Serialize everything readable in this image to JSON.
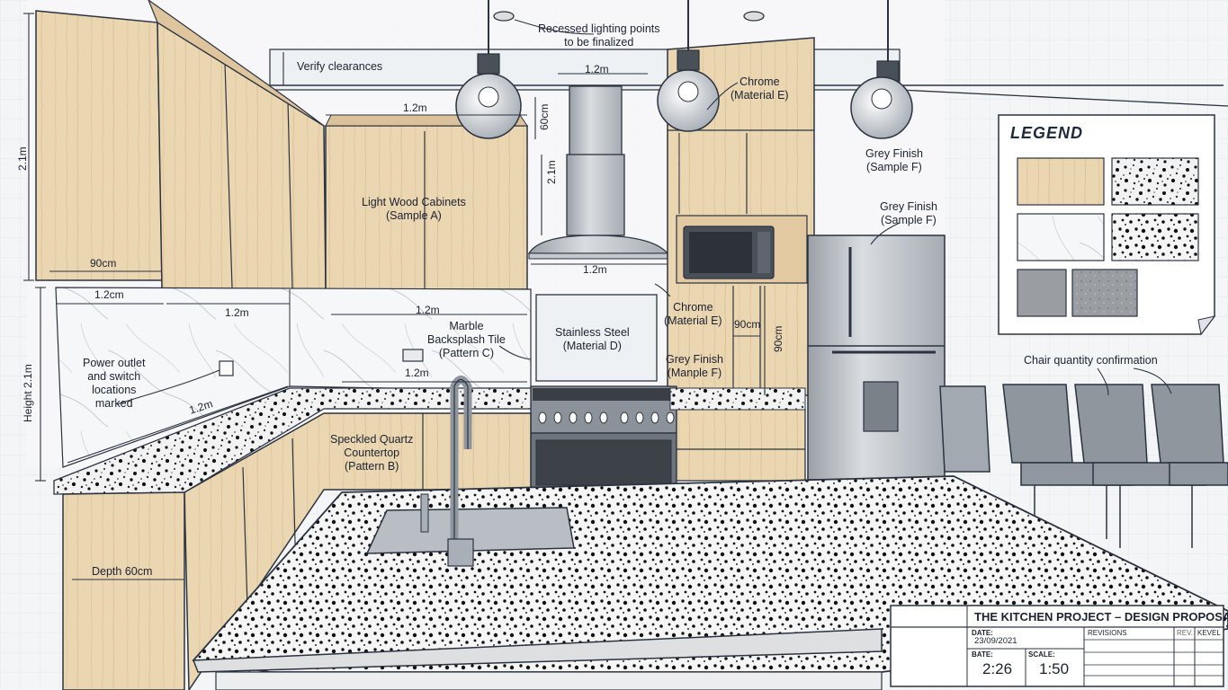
{
  "labels": {
    "recessed": "Recessed lighting points\nto be finalized",
    "verify": "Verify clearances",
    "chrome_top": "Chrome\n(Material E)",
    "grey_top": "Grey Finish\n(Sample F)",
    "grey_mid": "Grey Finish\n(Sample F)",
    "light_wood": "Light Wood Cabinets\n(Sample A)",
    "marble": "Marble\nBacksplash Tile\n(Pattern C)",
    "stainless": "Stainless Steel\n(Material D)",
    "chrome_mid": "Chrome\n(Material E)",
    "grey_manple": "Grey Finish\n(Manple F)",
    "power": "Power outlet\nand switch\nlocations\nmarked",
    "quartz": "Speckled Quartz\nCountertop\n(Pattern B)",
    "chairs": "Chair quantity confirmation",
    "depth": "Depth 60cm"
  },
  "dims": {
    "h21_left": "2.1m",
    "height21": "Height 2.1m",
    "d90cm": "90cm",
    "d12cm": "1.2cm",
    "d12m_back": "1.2m",
    "d12m_back2": "1.2m",
    "d12m_upper": "1.2m",
    "d12m_hood": "1.2m",
    "d60cm_hood": "60cm",
    "d21m_hood": "2.1m",
    "d12m_hoodbase": "1.2m",
    "d12m_counter": "1.2m",
    "d12m_diag": "1.2m",
    "d90cm_side": "90cm",
    "d90cm_vert": "90cm"
  },
  "legend": {
    "title": "LEGEND",
    "swatches": [
      "light-wood",
      "speckled-quartz",
      "white-marble",
      "dark-speckle",
      "grey-solid",
      "grey-texture"
    ]
  },
  "title_block": {
    "title": "THE KITCHEN PROJECT – DESIGN PROPOSAL",
    "date_label": "DATE:",
    "date_value": "23/09/2021",
    "revisions": "REVISIONS",
    "rev": "REV.",
    "kevel": "KEVEL",
    "bate_label": "BATE:",
    "bate_value": "2:26",
    "scale_label": "SCALE:",
    "scale_value": "1:50"
  },
  "colors": {
    "wood": "#e8d2ad",
    "wood_dark": "#cdb085",
    "line": "#2b3340",
    "steel": "#b9bec4",
    "grid": "#d8dde3"
  }
}
